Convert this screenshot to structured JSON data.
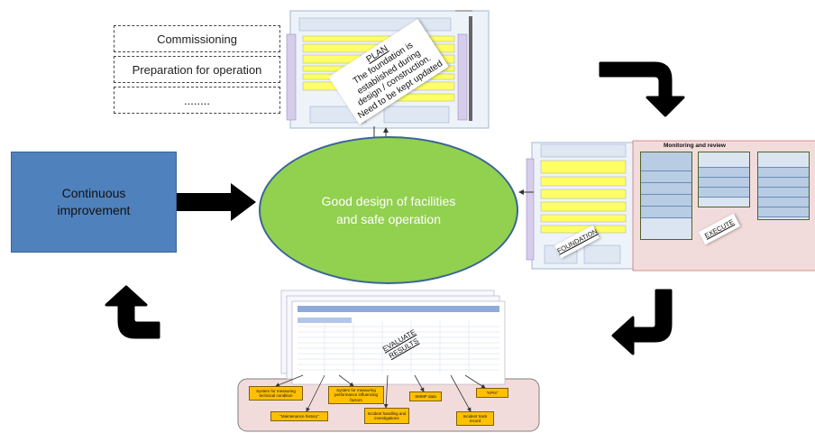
{
  "top_left_boxes": {
    "commissioning": "Commissioning",
    "preparation": "Preparation for operation",
    "ellipsis": "........"
  },
  "center": {
    "line1": "Good design of facilities",
    "line2": "and safe operation"
  },
  "left_box": {
    "line1": "Continuous",
    "line2": "improvement"
  },
  "plan_note": {
    "title": "PLAN",
    "line1": "The foundation is",
    "line2": "established during",
    "line3": "design / construction.",
    "line4": "Need to be kept updated"
  },
  "execute_panel": {
    "heading": "Monitoring and review",
    "foundation_label": "FOUNDATION",
    "execute_label": "EXECUTE"
  },
  "evaluate": {
    "label_line1": "EVALUATE",
    "label_line2": "RESULTS",
    "boxes": [
      "System for measuring technical condition",
      "System for measuring performance influencing factors",
      "SMMP data",
      "“KPIs”",
      "“Maintenance history”",
      "Incident handling and investigations",
      "Incident track record"
    ]
  },
  "colors": {
    "ellipse": "#92d050",
    "left_box": "#4f81bd",
    "arrows": "#000000",
    "execute_bg": "#f2dcdb",
    "evaluate_bg": "#f2dcdb",
    "yellow_labels": "#ffc000"
  }
}
